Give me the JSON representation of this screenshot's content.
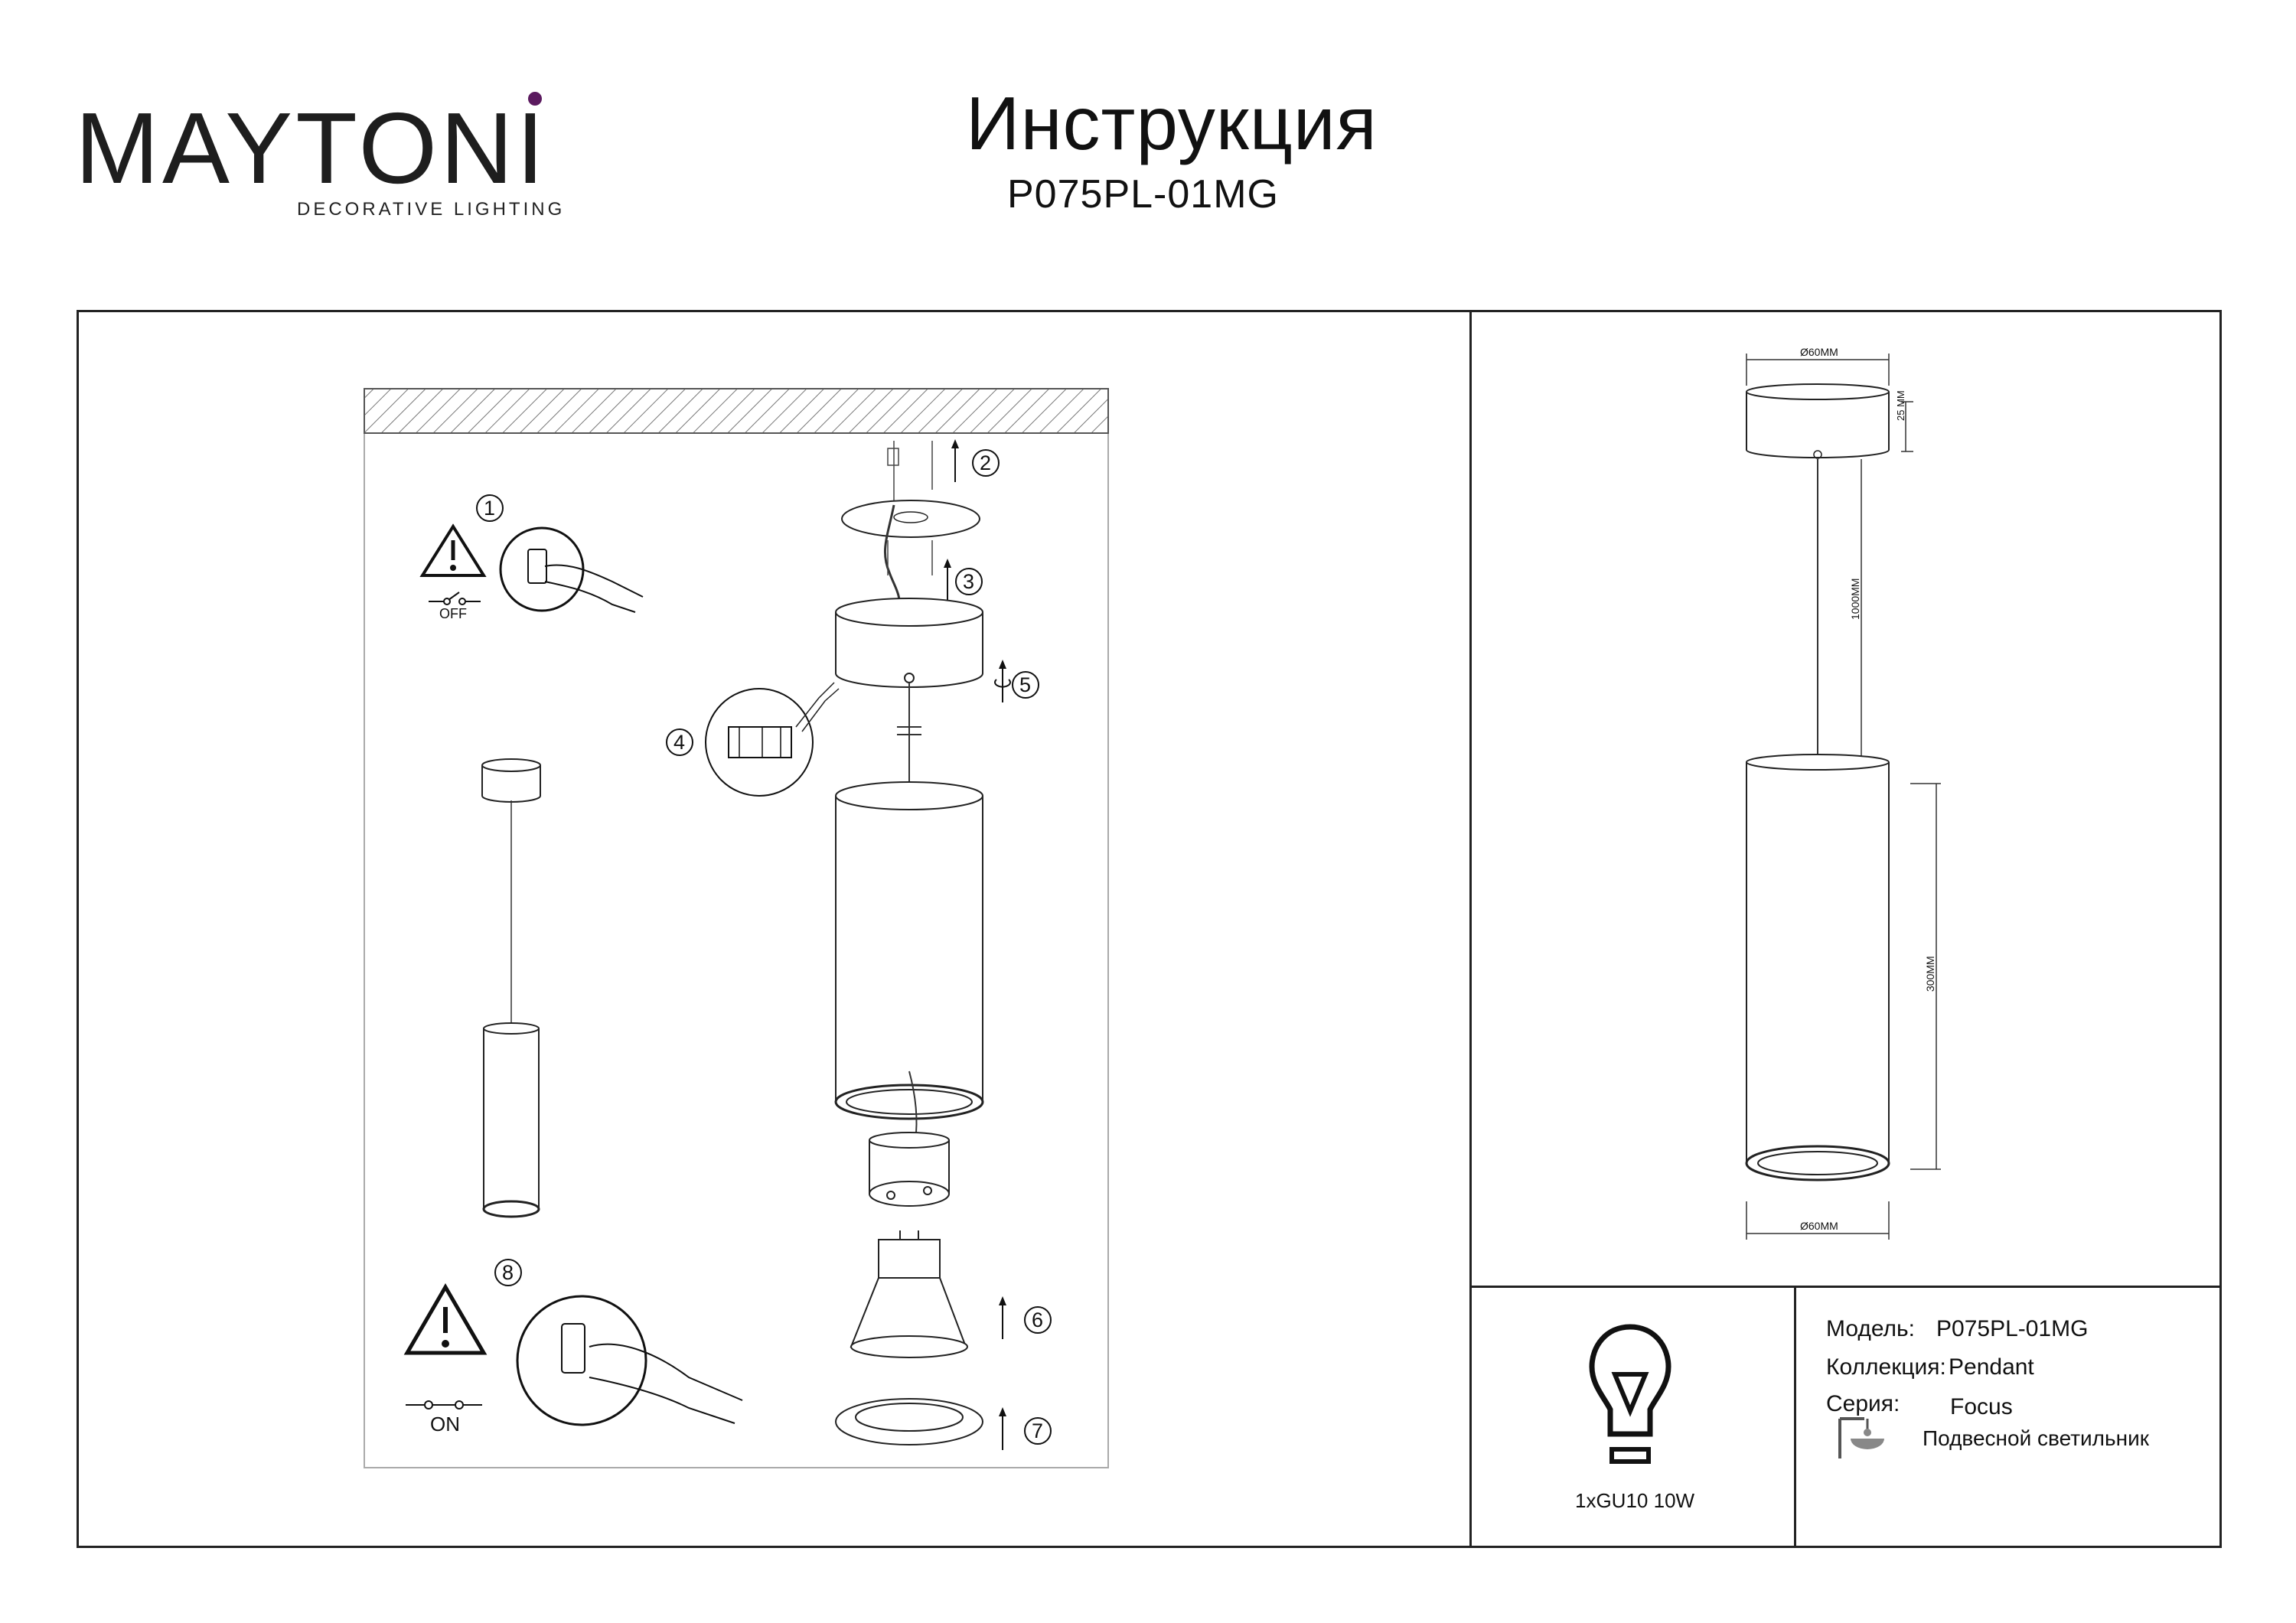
{
  "brand": {
    "name": "MAYTONI",
    "tagline": "DECORATIVE LIGHTING",
    "accent_color": "#5b1a5f"
  },
  "header": {
    "title": "Инструкция",
    "model_code": "P075PL-01MG"
  },
  "steps": [
    "1",
    "2",
    "3",
    "4",
    "5",
    "6",
    "7",
    "8"
  ],
  "switch_states": {
    "off": "OFF",
    "on": "ON"
  },
  "dimensions": {
    "canopy_diameter": "Ø60MM",
    "canopy_height": "25 MM",
    "cable_length": "1000MM",
    "body_height": "300MM",
    "body_diameter": "Ø60MM"
  },
  "lamp": {
    "spec": "1xGU10 10W",
    "icon": "light-bulb-icon"
  },
  "specs": {
    "model_label": "Модель:",
    "model_value": "P075PL-01MG",
    "collection_label": "Коллекция:",
    "collection_value": "Pendant",
    "series_label": "Серия:",
    "series_value": "Focus",
    "type_value": "Подвесной светильник",
    "type_icon": "pendant-lamp-icon"
  }
}
